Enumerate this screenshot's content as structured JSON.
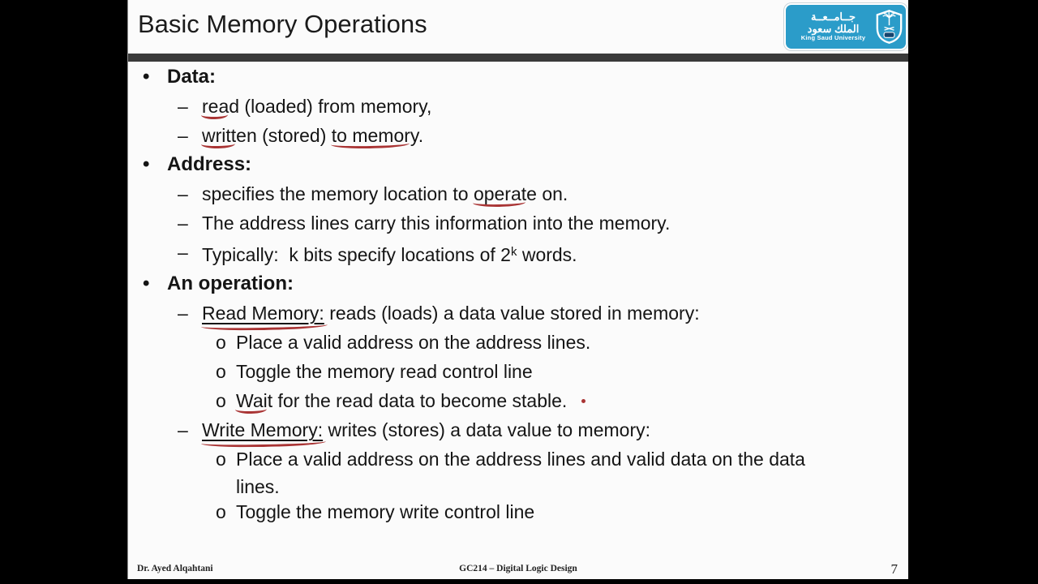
{
  "slide": {
    "title": "Basic Memory Operations",
    "background_color": "#fbfbfb",
    "separator_color": "#3a3a3a",
    "annotation_color": "#a93434",
    "letterbox_color": "#000000"
  },
  "logo": {
    "bg_color": "#2b9cc9",
    "arabic_line1": "جــامــعــة",
    "arabic_line2": "الملك سعود",
    "english": "King Saud University",
    "shield_icon": "ksu-shield-palm-swords"
  },
  "content": {
    "lines": [
      {
        "marker": "•",
        "s1": "Data:"
      },
      {
        "marker": "–",
        "s1": "rea",
        "s2": "d (loaded) from memory,"
      },
      {
        "marker": "–",
        "s1": "writt",
        "s2": "en (stored) ",
        "s3": "to memor",
        "s4": "y."
      },
      {
        "marker": "•",
        "s1": "Address:"
      },
      {
        "marker": "–",
        "s1": "specifies the memory location to ",
        "s2": "operat",
        "s3": "e on."
      },
      {
        "marker": "–",
        "s1": "The address lines carry this information into the memory."
      },
      {
        "marker": "–",
        "s1": "Typically:  k bits specify locations of 2",
        "s2": "k",
        "s3": " words."
      },
      {
        "marker": "•",
        "s1": "An operation:"
      },
      {
        "marker": "–",
        "s1": "Read Memory:",
        "s2": " reads (loads) a data value stored in memory:"
      },
      {
        "marker": "o",
        "s1": "Place a valid address on the address lines."
      },
      {
        "marker": "o",
        "s1": "Toggle the memory read control line"
      },
      {
        "marker": "o",
        "s1": "Wai",
        "s2": "t for the read data to become stable."
      },
      {
        "marker": "–",
        "s1": "Write Memory:",
        "s2": " writes (stores) a data value to memory:"
      },
      {
        "marker": "o",
        "s1": "Place a valid address on the address lines and valid data on the data"
      },
      {
        "s1": "lines."
      },
      {
        "marker": "o",
        "s1": "Toggle the memory write control line"
      }
    ]
  },
  "footer": {
    "author": "Dr. Ayed Alqahtani",
    "course": "GC214 – Digital Logic Design",
    "page": "7"
  }
}
